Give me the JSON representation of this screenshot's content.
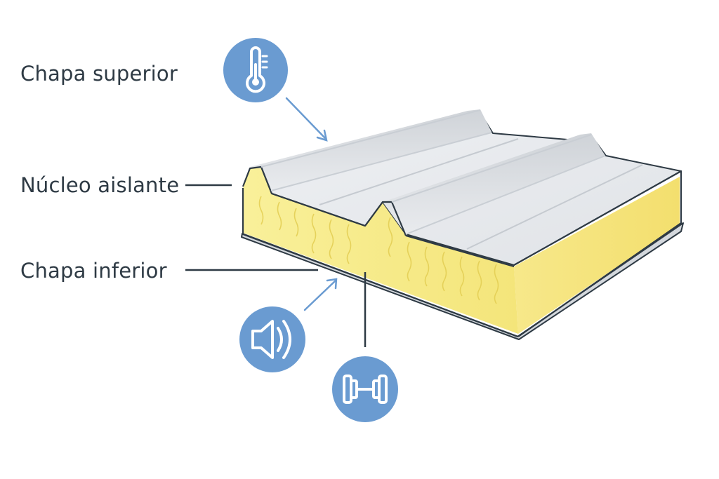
{
  "labels": {
    "top_sheet": "Chapa superior",
    "insulating_core": "Núcleo aislante",
    "bottom_sheet": "Chapa inferior"
  },
  "icons": {
    "thermal": "thermometer-icon",
    "acoustic": "speaker-icon",
    "strength": "dumbbell-icon"
  },
  "colors": {
    "icon_circle": "#6a9bd1",
    "arrow": "#6a9bd1",
    "core_yellow": "#f7ec8c",
    "sheet_gray": "#e3e6ea",
    "outline": "#2e3a44"
  }
}
